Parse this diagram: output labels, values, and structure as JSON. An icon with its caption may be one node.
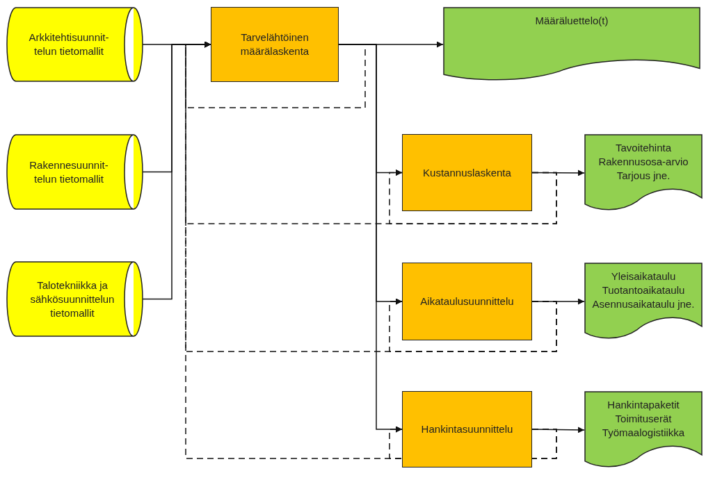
{
  "diagram": {
    "nodes": [
      {
        "text": [
          "Arkkitehtisuunnit- telun tietomallit"
        ]
      },
      {
        "text": [
          "Rakennesuunnit- telun tietomallit"
        ]
      },
      {
        "text": [
          "Talotekniikka ja sähkösuunnittelun tietomallit"
        ]
      },
      {
        "text": [
          "Tarvelähtöinen määrälaskenta"
        ]
      },
      {
        "text": [
          "Määräluettelo(t)"
        ]
      },
      {
        "text": [
          "Kustannuslaskenta"
        ]
      },
      {
        "text": [
          "Tavoitehinta Rakennusosa-arvio Tarjous jne."
        ]
      },
      {
        "text": [
          "Aikataulusuunnittelu"
        ]
      },
      {
        "text": [
          "Yleisaikataulu Tuotantoaikataulu Asennusaikataulu jne."
        ]
      },
      {
        "text": [
          "Hankintasuunnittelu"
        ]
      },
      {
        "text": [
          "Hankintapaketit Toimituserät Työmaalogistiikka"
        ]
      }
    ],
    "edges": [
      {
        "from": 0,
        "to": 3,
        "arrow": "to"
      },
      {
        "from": 1,
        "to": 3,
        "arrow": "to"
      },
      {
        "from": 2,
        "to": 3,
        "arrow": "to"
      },
      {
        "from": 3,
        "to": 4,
        "arrow": "to"
      },
      {
        "from": 3,
        "to": 5,
        "arrow": "to"
      },
      {
        "from": 3,
        "to": 7,
        "arrow": "to"
      },
      {
        "from": 3,
        "to": 9,
        "arrow": "to"
      },
      {
        "from": 5,
        "to": 6,
        "arrow": "to"
      },
      {
        "from": 7,
        "to": 8,
        "arrow": "to"
      },
      {
        "from": 9,
        "to": 10,
        "arrow": "to"
      },
      {
        "from": 3,
        "to": 3,
        "arrow": "to",
        "style": "dashed"
      },
      {
        "from": 5,
        "to": 5,
        "arrow": "to",
        "style": "dashed"
      },
      {
        "from": 5,
        "to": 3,
        "arrow": "to",
        "style": "dashed"
      },
      {
        "from": 7,
        "to": 7,
        "arrow": "to",
        "style": "dashed"
      },
      {
        "from": 7,
        "to": 3,
        "arrow": "to",
        "style": "dashed"
      },
      {
        "from": 9,
        "to": 9,
        "arrow": "to",
        "style": "dashed"
      },
      {
        "from": 9,
        "to": 3,
        "arrow": "to",
        "style": "dashed"
      }
    ]
  }
}
